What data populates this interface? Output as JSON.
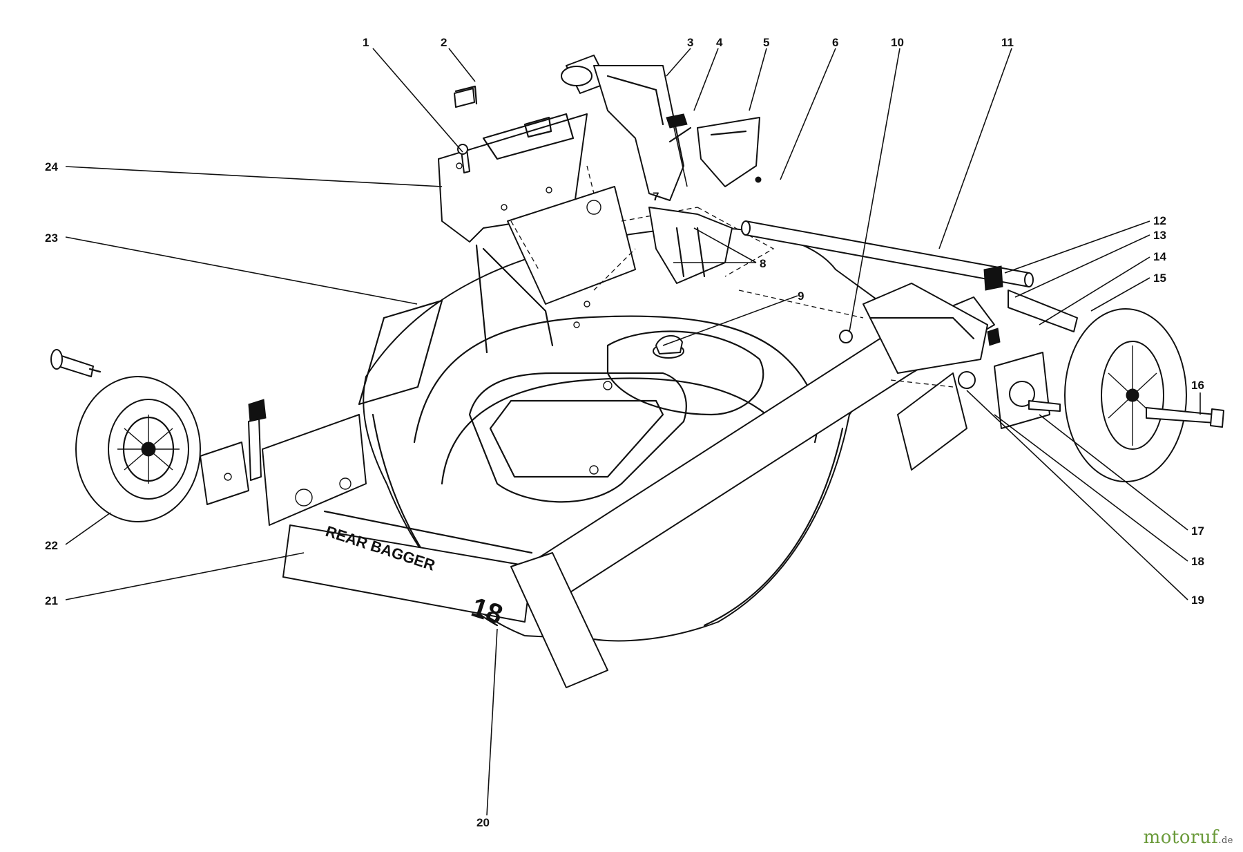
{
  "diagram": {
    "parts": [
      {
        "id": "1",
        "label": "1"
      },
      {
        "id": "2",
        "label": "2"
      },
      {
        "id": "3",
        "label": "3"
      },
      {
        "id": "4",
        "label": "4"
      },
      {
        "id": "5",
        "label": "5"
      },
      {
        "id": "6",
        "label": "6"
      },
      {
        "id": "7",
        "label": "7"
      },
      {
        "id": "8",
        "label": "8"
      },
      {
        "id": "9",
        "label": "9"
      },
      {
        "id": "10",
        "label": "10"
      },
      {
        "id": "11",
        "label": "11"
      },
      {
        "id": "12",
        "label": "12"
      },
      {
        "id": "13",
        "label": "13"
      },
      {
        "id": "14",
        "label": "14"
      },
      {
        "id": "15",
        "label": "15"
      },
      {
        "id": "16",
        "label": "16"
      },
      {
        "id": "17",
        "label": "17"
      },
      {
        "id": "18",
        "label": "18"
      },
      {
        "id": "19",
        "label": "19"
      },
      {
        "id": "20",
        "label": "20"
      },
      {
        "id": "21",
        "label": "21"
      },
      {
        "id": "22",
        "label": "22"
      },
      {
        "id": "23",
        "label": "23"
      },
      {
        "id": "24",
        "label": "24"
      }
    ],
    "deck_labels": {
      "bagger_text": "REAR BAGGER",
      "size_text": "18"
    }
  },
  "watermark": {
    "brand": "motoruf",
    "suffix": ".de",
    "color": "#6a9a3a"
  }
}
